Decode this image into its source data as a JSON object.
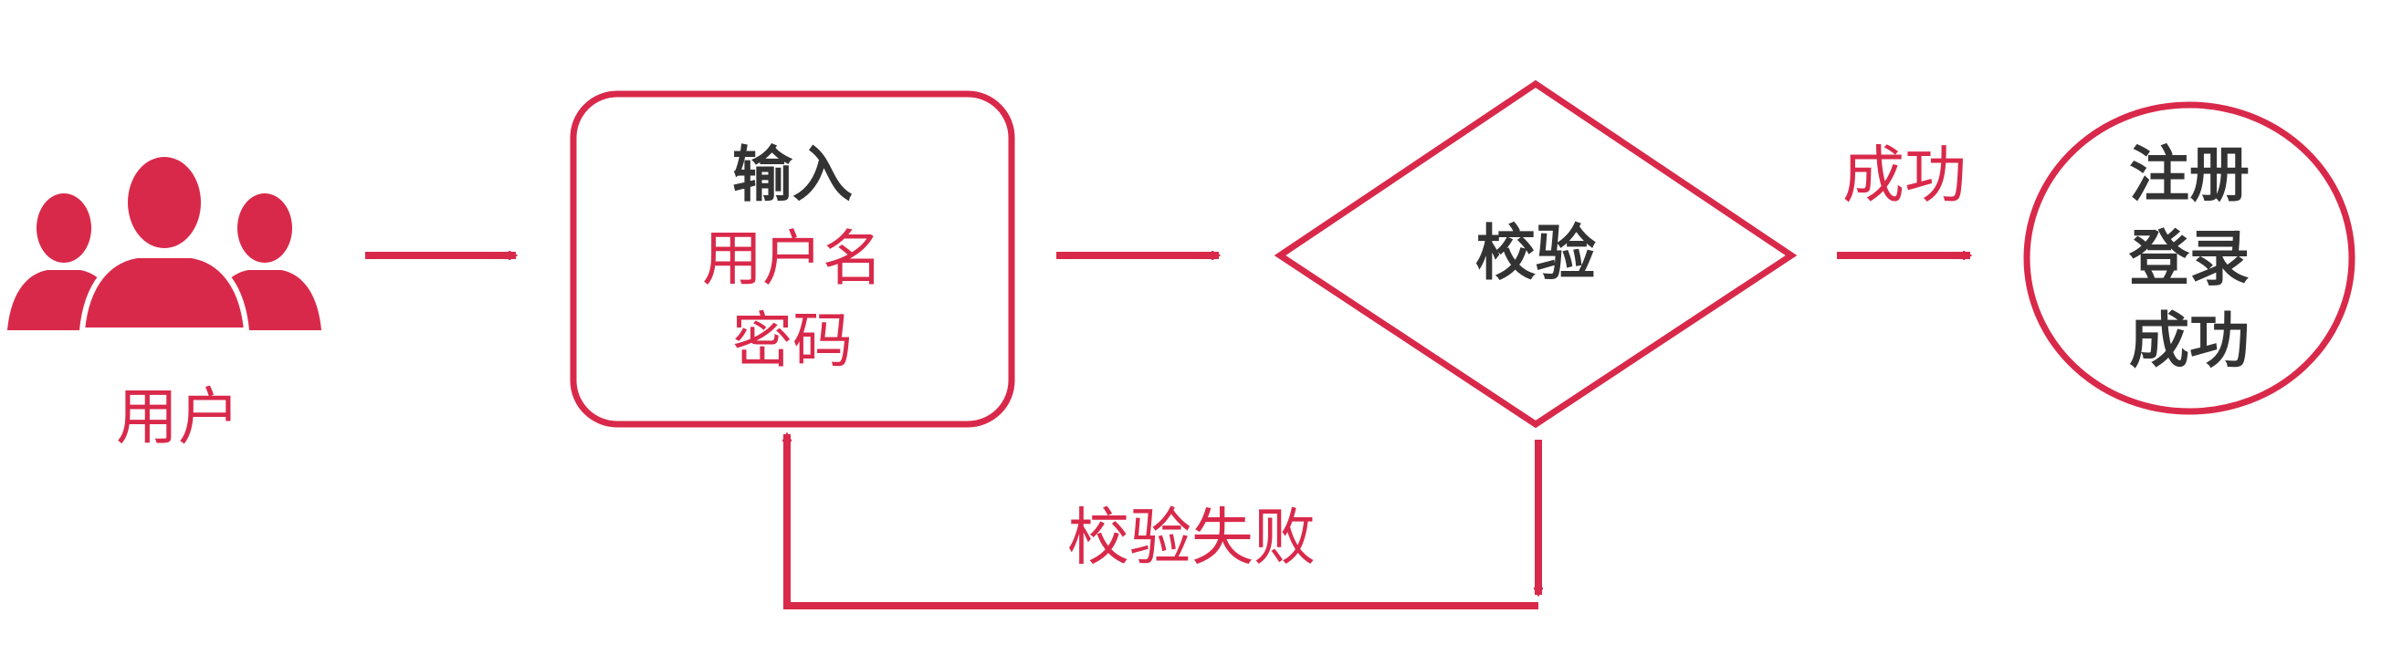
{
  "colors": {
    "accent": "#d9294a",
    "text_dark": "#333333",
    "background": "#ffffff"
  },
  "user": {
    "icon": "users-group-icon",
    "label": "用户"
  },
  "input_box": {
    "title": "输入",
    "line1": "用户名",
    "line2": "密码"
  },
  "validate": {
    "label": "校验"
  },
  "success_edge": {
    "label": "成功"
  },
  "result": {
    "line1": "注册",
    "line2": "登录",
    "line3": "成功"
  },
  "failure_edge": {
    "label": "校验失败"
  }
}
